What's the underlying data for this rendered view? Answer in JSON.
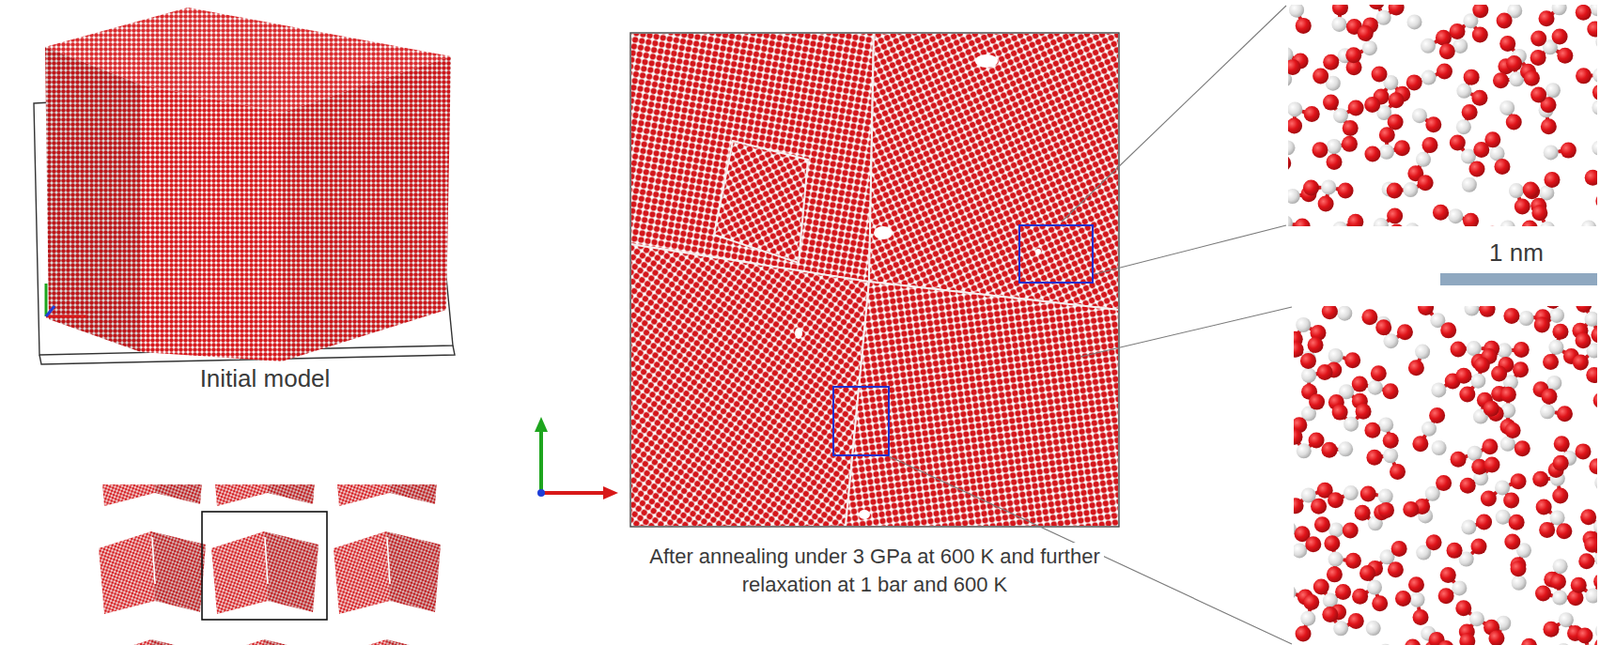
{
  "diagram": {
    "labels": [
      "Initial model",
      "After annealing under 3 GPa at 600 K and further relaxation at 1 bar and 600 K",
      "1 nm"
    ]
  }
}
